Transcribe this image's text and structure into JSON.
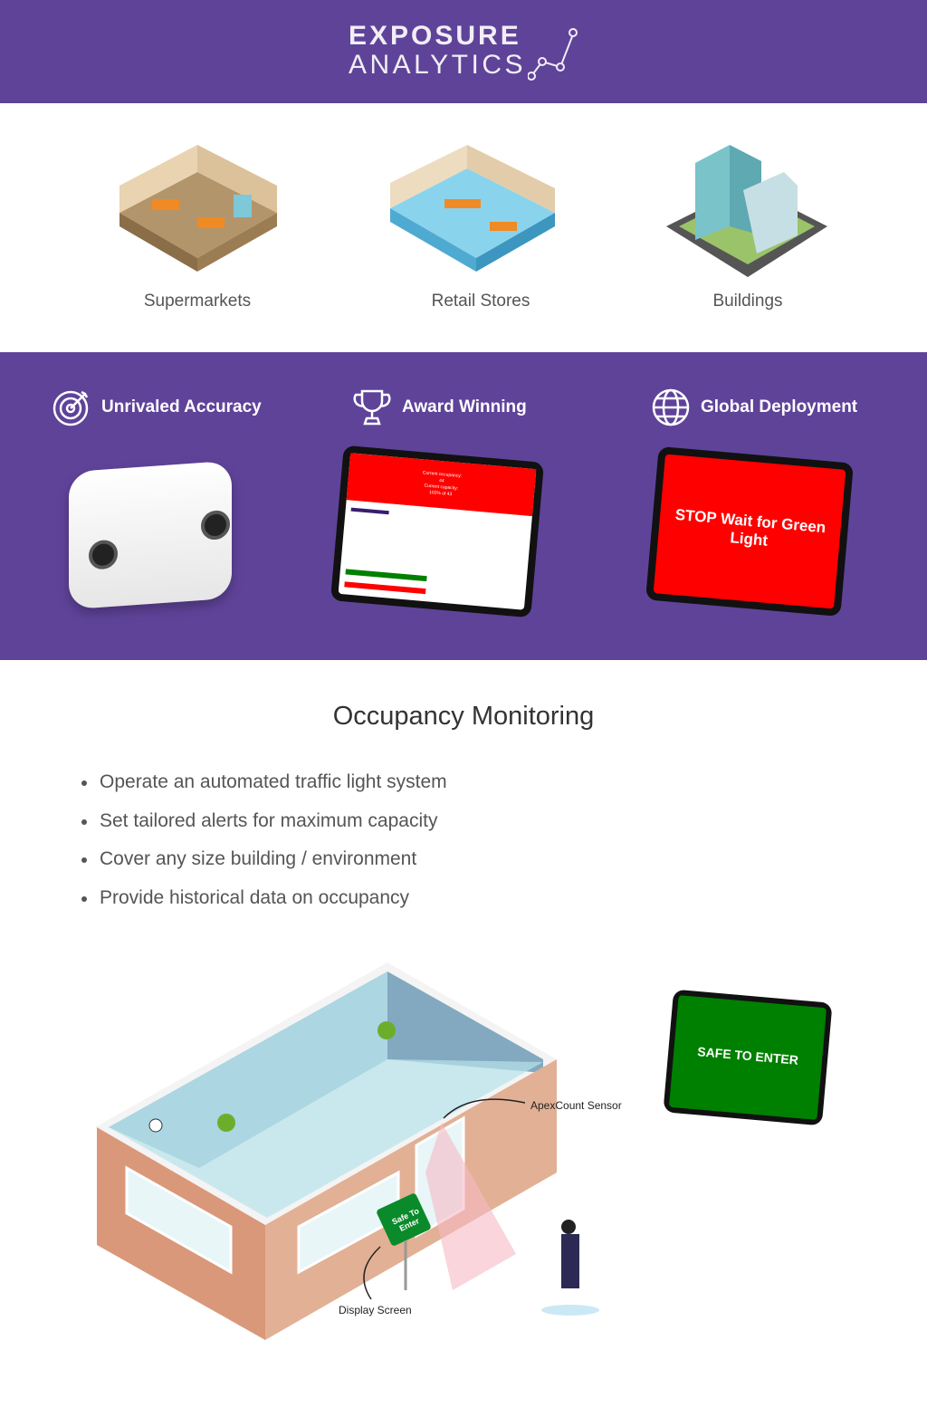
{
  "header": {
    "logo_line1": "EXPOSURE",
    "logo_line2": "ANALYTICS",
    "brand_color": "#5f4399"
  },
  "venues": [
    {
      "label": "Supermarkets"
    },
    {
      "label": "Retail Stores"
    },
    {
      "label": "Buildings"
    }
  ],
  "features": [
    {
      "label": "Unrivaled Accuracy",
      "icon": "target-icon"
    },
    {
      "label": "Award Winning",
      "icon": "trophy-icon"
    },
    {
      "label": "Global Deployment",
      "icon": "globe-icon"
    }
  ],
  "tablet1": {
    "occupancy_label": "Current occupancy:",
    "occupancy_value": "44",
    "capacity_label": "Current capacity:",
    "capacity_value": "102% of 43"
  },
  "tablet2": {
    "message": "STOP Wait for Green Light",
    "color": "#ff0000"
  },
  "section": {
    "title": "Occupancy Monitoring",
    "bullets": [
      "Operate an automated traffic light system",
      "Set tailored alerts for maximum capacity",
      "Cover any size building / environment",
      "Provide historical data on occupancy"
    ]
  },
  "illustration": {
    "sensor_label": "ApexCount Sensor",
    "display_label": "Display Screen",
    "sign_text": "Safe To Enter"
  },
  "tablet3": {
    "message": "SAFE TO ENTER",
    "color": "#008000"
  }
}
